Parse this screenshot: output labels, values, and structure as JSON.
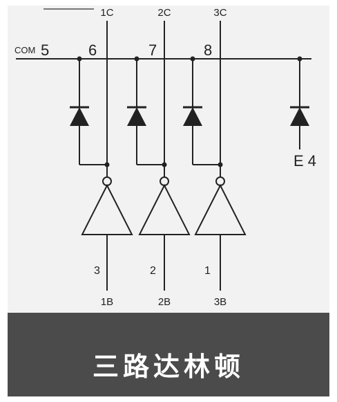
{
  "diagram": {
    "channels": [
      {
        "collector": "1C",
        "pin": "6",
        "input_pin": "3",
        "input": "1B"
      },
      {
        "collector": "2C",
        "pin": "7",
        "input_pin": "2",
        "input": "2B"
      },
      {
        "collector": "3C",
        "pin": "8",
        "input_pin": "1",
        "input": "3B"
      }
    ],
    "com_label": "COM",
    "com_pin": "5",
    "emitter_label": "E 4"
  },
  "caption": "三路达林顿"
}
